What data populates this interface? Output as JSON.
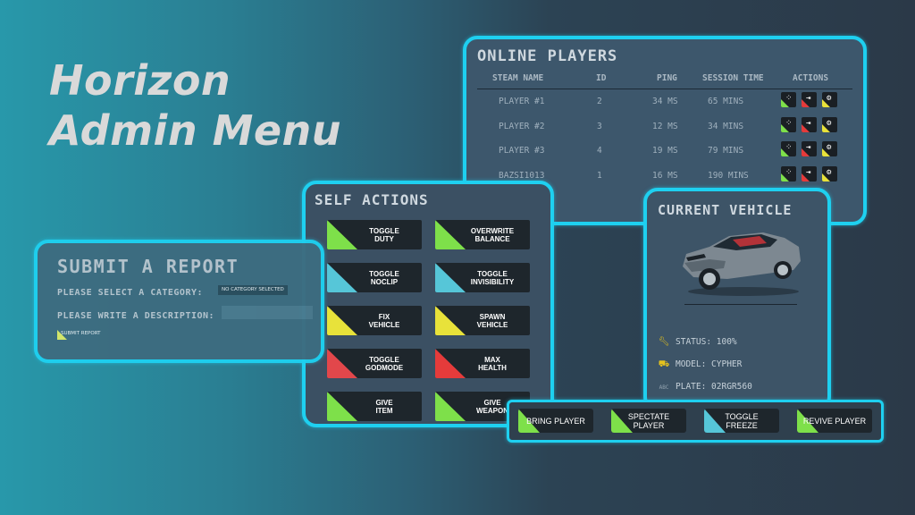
{
  "title": {
    "line1": "Horizon",
    "line2": "Admin Menu"
  },
  "online_players": {
    "title": "ONLINE PLAYERS",
    "headers": [
      "STEAM NAME",
      "ID",
      "PING",
      "SESSION TIME",
      "ACTIONS"
    ],
    "rows": [
      {
        "name": "PLAYER #1",
        "id": "2",
        "ping": "34 MS",
        "session": "65 MINS"
      },
      {
        "name": "PLAYER #2",
        "id": "3",
        "ping": "12 MS",
        "session": "34 MINS"
      },
      {
        "name": "PLAYER #3",
        "id": "4",
        "ping": "19 MS",
        "session": "79 MINS"
      },
      {
        "name": "BAZSI1013",
        "id": "1",
        "ping": "16 MS",
        "session": "190 MINS"
      }
    ],
    "row_actions": [
      {
        "icon": "crosshair-icon",
        "glyph": "⁘",
        "color": "#7ee04a"
      },
      {
        "icon": "kick-icon",
        "glyph": "⇥",
        "color": "#e53b3b"
      },
      {
        "icon": "settings-icon",
        "glyph": "⚙",
        "color": "#e8e23a"
      }
    ]
  },
  "self_actions": {
    "title": "SELF ACTIONS",
    "buttons": [
      {
        "label": "TOGGLE\nDUTY",
        "color": "#7ee04a"
      },
      {
        "label": "OVERWRITE\nBALANCE",
        "color": "#7ee04a"
      },
      {
        "label": "TOGGLE\nNOCLIP",
        "color": "#56c6d8"
      },
      {
        "label": "TOGGLE\nINVISIBILITY",
        "color": "#56c6d8"
      },
      {
        "label": "FIX\nVEHICLE",
        "color": "#e8e23a"
      },
      {
        "label": "SPAWN\nVEHICLE",
        "color": "#e8e23a"
      },
      {
        "label": "TOGGLE\nGODMODE",
        "color": "#e2474b"
      },
      {
        "label": "MAX\nHEALTH",
        "color": "#e53b3b"
      },
      {
        "label": "GIVE\nITEM",
        "color": "#7ee04a"
      },
      {
        "label": "GIVE\nWEAPON",
        "color": "#7ee04a"
      }
    ]
  },
  "report": {
    "title": "SUBMIT A REPORT",
    "category_label": "PLEASE SELECT A CATEGORY:",
    "category_value": "NO CATEGORY SELECTED",
    "description_label": "PLEASE WRITE A DESCRIPTION:",
    "description_value": "",
    "submit_label": "SUBMIT REPORT",
    "submit_color": "#d8e86a"
  },
  "vehicle": {
    "title": "CURRENT VEHICLE",
    "status": "STATUS: 100%",
    "model": "MODEL: CYPHER",
    "plate": "PLATE: 02RGR560",
    "status_icon": "wrench-icon",
    "model_icon": "car-icon",
    "plate_icon": "plate-icon"
  },
  "player_actions": [
    {
      "label": "BRING PLAYER",
      "color": "#7ee04a"
    },
    {
      "label": "SPECTATE\nPLAYER",
      "color": "#7ee04a"
    },
    {
      "label": "TOGGLE\nFREEZE",
      "color": "#56c6d8"
    },
    {
      "label": "REVIVE PLAYER",
      "color": "#7ee04a"
    }
  ],
  "colors": {
    "accent": "#1ed0f0",
    "panel": "#3d5466",
    "button": "#1e262c"
  }
}
